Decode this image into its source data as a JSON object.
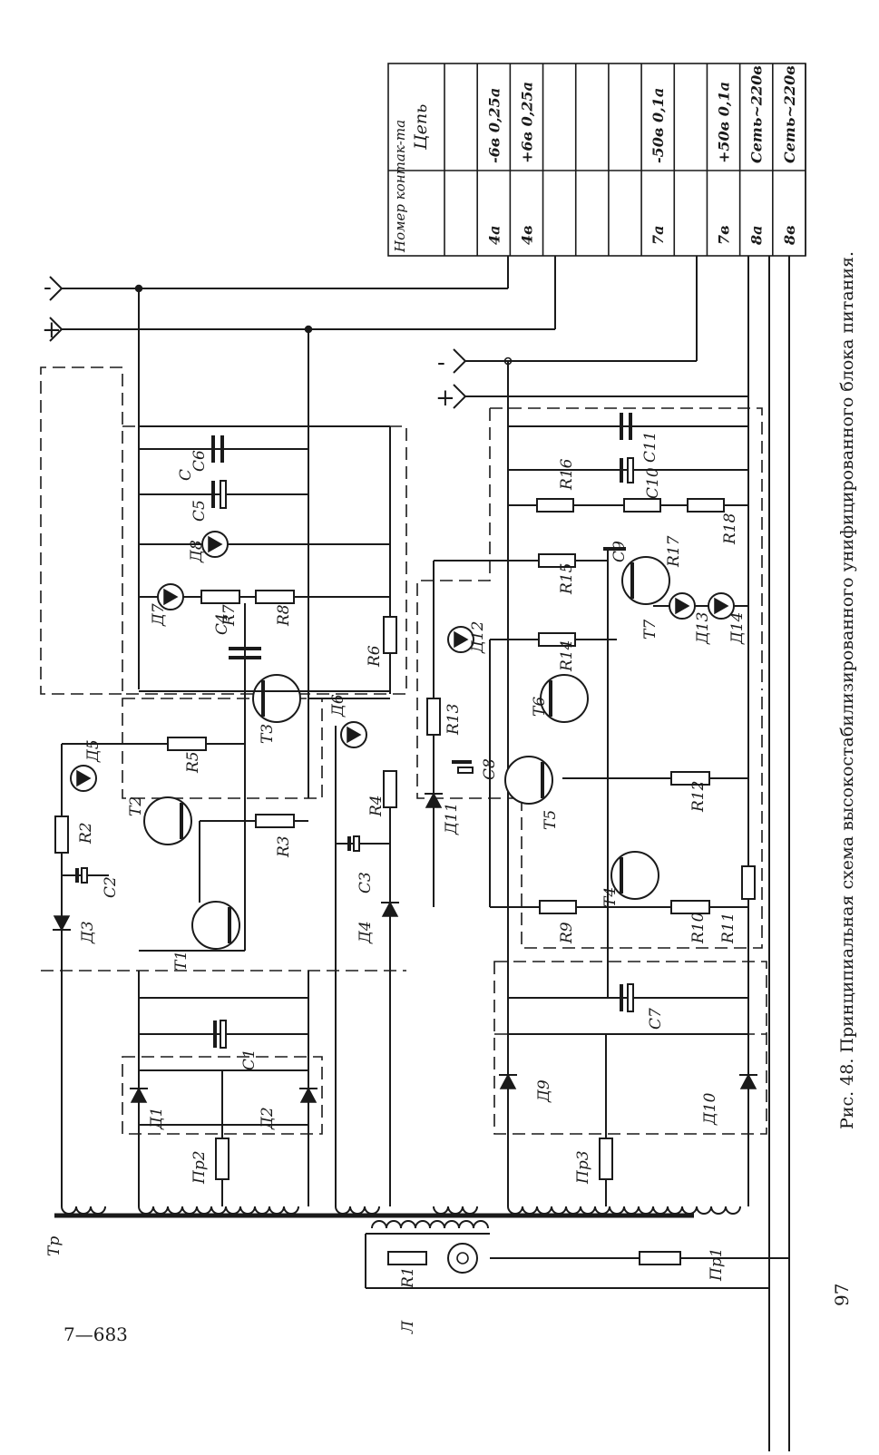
{
  "page": {
    "number": "97",
    "signature": "7—683",
    "caption": "Рис. 48. Принципиальная схема высокостабилизированного унифицированного блока питания."
  },
  "contact_table": {
    "headers": {
      "contact": "Номер контак-та",
      "circuit": "Цепь"
    },
    "rows": [
      {
        "contact": "",
        "circuit": ""
      },
      {
        "contact": "4а",
        "circuit": "-6в 0,25а"
      },
      {
        "contact": "4в",
        "circuit": "+6в 0,25а"
      },
      {
        "contact": "",
        "circuit": ""
      },
      {
        "contact": "",
        "circuit": ""
      },
      {
        "contact": "",
        "circuit": ""
      },
      {
        "contact": "7а",
        "circuit": "-50в 0,1а"
      },
      {
        "contact": "",
        "circuit": ""
      },
      {
        "contact": "7в",
        "circuit": "+50в 0,1а"
      },
      {
        "contact": "8а",
        "circuit": "Сеть~220в"
      },
      {
        "contact": "8в",
        "circuit": "Сеть~220в"
      }
    ]
  },
  "terminals": {
    "left_minus": "-",
    "left_plus": "+",
    "right_minus": "-",
    "right_plus": "+"
  },
  "labels": {
    "transformer": "Тр",
    "lamp": "Л",
    "resistors": [
      "R1",
      "R2",
      "R3",
      "R4",
      "R5",
      "R6",
      "R7",
      "R8",
      "R9",
      "R10",
      "R11",
      "R12",
      "R13",
      "R14",
      "R15",
      "R16",
      "R17",
      "R18"
    ],
    "capacitors": [
      "C1",
      "C2",
      "C3",
      "C4",
      "C5",
      "C6",
      "C7",
      "C8",
      "C9",
      "C10",
      "C11"
    ],
    "diodes": [
      "Д1",
      "Д2",
      "Д3",
      "Д4",
      "Д5",
      "Д6",
      "Д7",
      "Д8",
      "Д9",
      "Д10",
      "Д11",
      "Д12",
      "Д13",
      "Д14"
    ],
    "transistors": [
      "T1",
      "T2",
      "T3",
      "T4",
      "T5",
      "T6",
      "T7"
    ],
    "fuses": [
      "Пр1",
      "Пр2",
      "Пр3"
    ]
  }
}
